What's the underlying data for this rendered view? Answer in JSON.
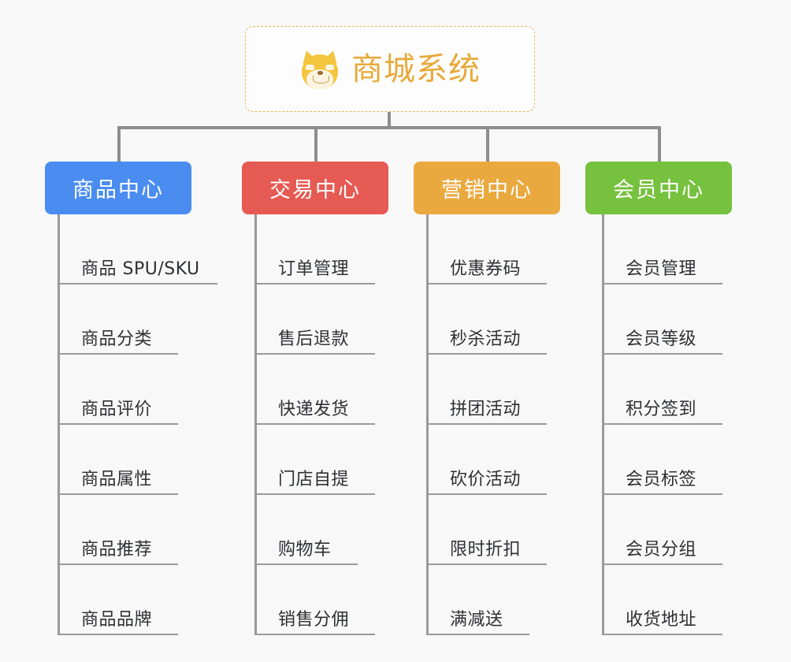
{
  "background_color": "#f8f8f8",
  "root": {
    "icon": "shiba-inu-dog-face-emoji",
    "title": "商城系统",
    "title_color": "#e7a93a",
    "border_color": "#edb55a",
    "border_style": "dashed"
  },
  "connector_color": "#8d8d8d",
  "columns": [
    {
      "title": "商品中心",
      "color": "#4a8cf0",
      "items": [
        {
          "label": "商品 SPU/SKU"
        },
        {
          "label": "商品分类"
        },
        {
          "label": "商品评价"
        },
        {
          "label": "商品属性"
        },
        {
          "label": "商品推荐"
        },
        {
          "label": "商品品牌"
        }
      ]
    },
    {
      "title": "交易中心",
      "color": "#e65a54",
      "items": [
        {
          "label": "订单管理"
        },
        {
          "label": "售后退款"
        },
        {
          "label": "快递发货"
        },
        {
          "label": "门店自提"
        },
        {
          "label": "购物车"
        },
        {
          "label": "销售分佣"
        }
      ]
    },
    {
      "title": "营销中心",
      "color": "#eaa93e",
      "items": [
        {
          "label": "优惠券码"
        },
        {
          "label": "秒杀活动"
        },
        {
          "label": "拼团活动"
        },
        {
          "label": "砍价活动"
        },
        {
          "label": "限时折扣"
        },
        {
          "label": "满减送"
        }
      ]
    },
    {
      "title": "会员中心",
      "color": "#76c13e",
      "items": [
        {
          "label": "会员管理"
        },
        {
          "label": "会员等级"
        },
        {
          "label": "积分签到"
        },
        {
          "label": "会员标签"
        },
        {
          "label": "会员分组"
        },
        {
          "label": "收货地址"
        }
      ]
    }
  ]
}
